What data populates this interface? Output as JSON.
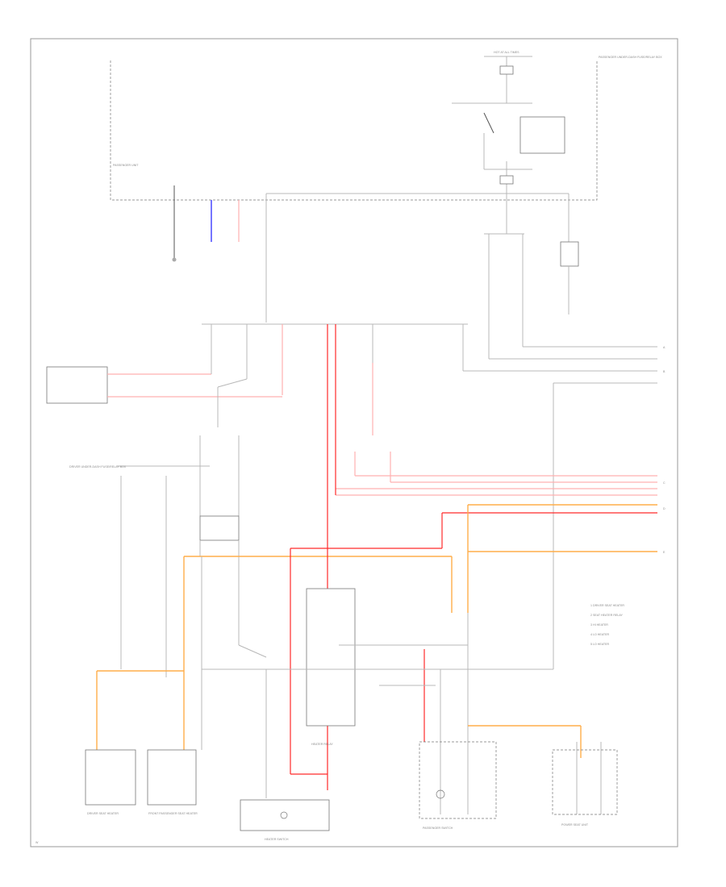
{
  "diagram": {
    "labels": {
      "hot_at_all_times": "HOT AT ALL TIMES",
      "passenger_fuse_box": "PASSENGER UNDER-DASH FUSE/RELAY BOX",
      "passenger_unit": "PASSENGER UNIT",
      "driver_fuse_box": "DRIVER UNDER-DASH FUSE/RELAY BOX",
      "driver_seat_heater": "DRIVER SEAT HEATER",
      "front_passenger_seat_heater": "FRONT PASSENGER SEAT HEATER",
      "heater_switch": "HEATER SWITCH",
      "passenger_switch": "PASSENGER SWITCH",
      "power_seat_unit": "POWER SEAT UNIT",
      "heater_relay": "HEATER RELAY",
      "left_page_mark": "W",
      "legend_1": "1  DRIVER SEAT HEATER",
      "legend_2": "2  SEAT HEATER RELAY",
      "legend_3": "3  HI HEATER",
      "legend_4": "4  LO HEATER",
      "legend_5": "5  LO HEATER"
    },
    "edge_marks": {
      "a": "A",
      "b": "B",
      "c": "C",
      "d": "D",
      "e": "E"
    }
  }
}
